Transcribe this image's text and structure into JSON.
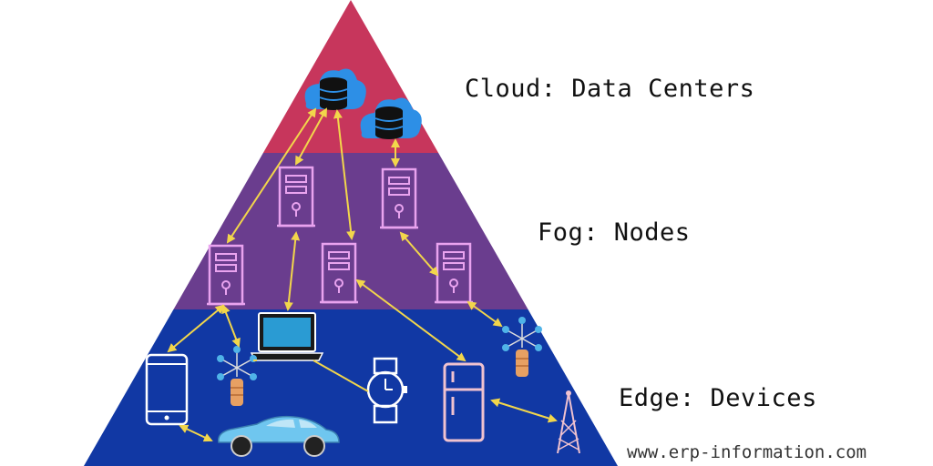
{
  "layers": {
    "cloud": {
      "label": "Cloud: Data Centers",
      "color": "#c7365c"
    },
    "fog": {
      "label": "Fog: Nodes",
      "color": "#6a3d8e"
    },
    "edge": {
      "label": "Edge: Devices",
      "color": "#1138a4"
    }
  },
  "watermark": "www.erp-information.com",
  "colors": {
    "arrow": "#f2d64b",
    "server_outline": "#e9a3ef",
    "cloud_icon": "#2d8fe6",
    "database": "#111111",
    "car": "#6fc6ef",
    "fridge": "#f0c2cf",
    "device_outline": "#ffffff"
  },
  "icons": {
    "cloud_nodes": [
      "cloud-database-icon",
      "cloud-database-icon"
    ],
    "fog_nodes": [
      "server-icon",
      "server-icon",
      "server-icon",
      "server-icon",
      "server-icon"
    ],
    "edge_devices": [
      "smartphone-icon",
      "laptop-icon",
      "sensor-icon",
      "smartwatch-icon",
      "refrigerator-icon",
      "car-icon",
      "cell-tower-icon",
      "sensor-icon"
    ]
  }
}
